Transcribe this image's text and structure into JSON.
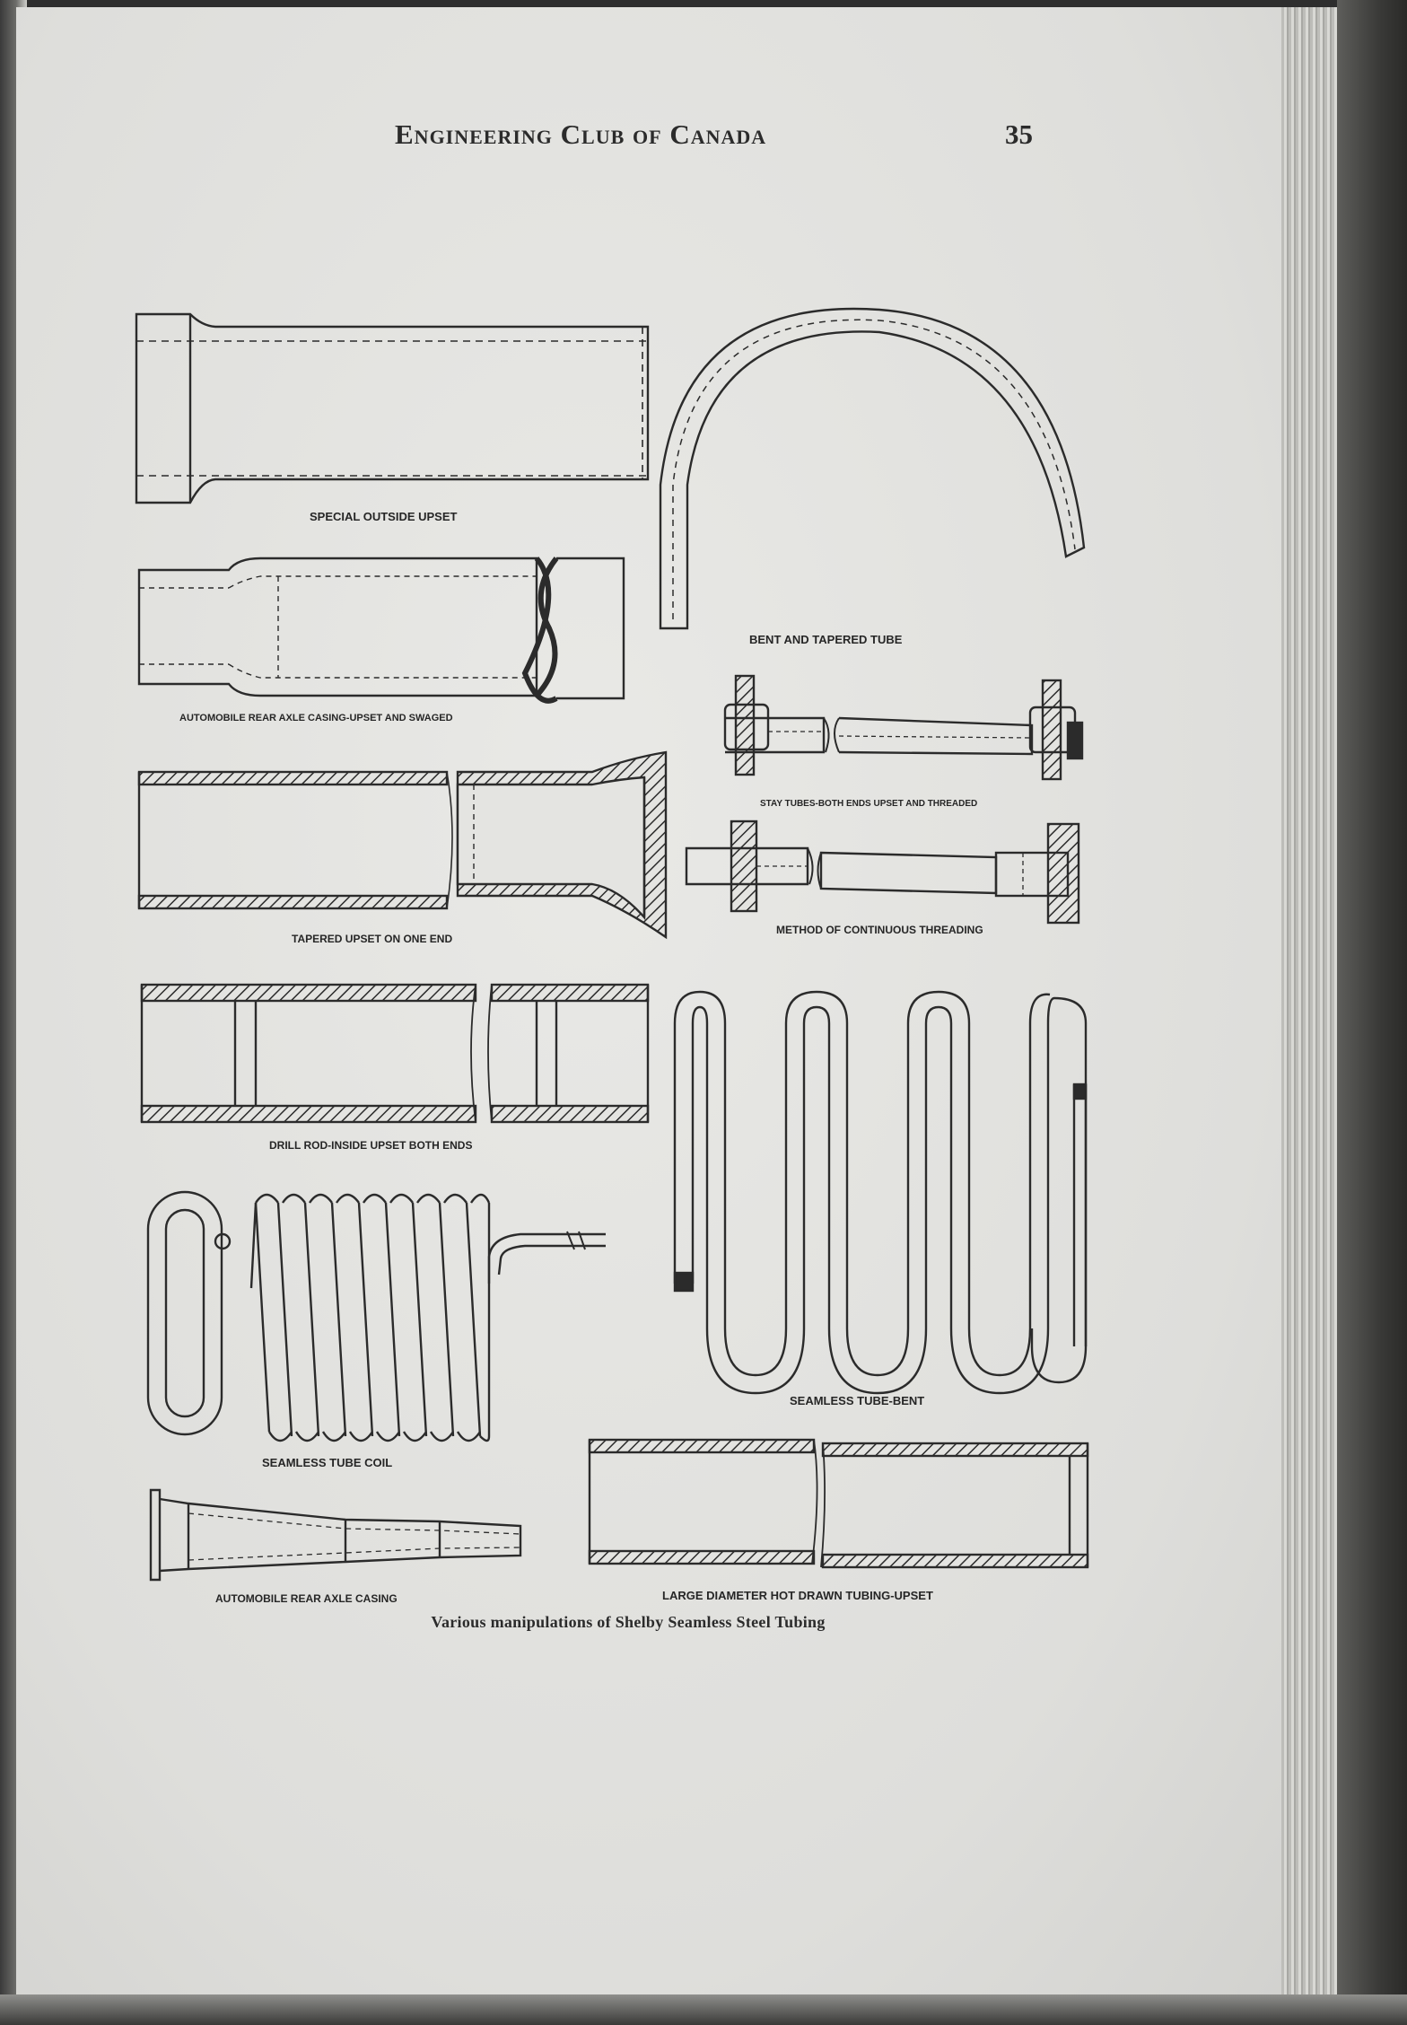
{
  "header": {
    "title": "Engineering Club of Canada",
    "page_number": "35"
  },
  "figures": [
    {
      "id": "special-outside-upset",
      "label": "SPECIAL OUTSIDE UPSET"
    },
    {
      "id": "bent-tapered-tube",
      "label": "BENT AND TAPERED TUBE"
    },
    {
      "id": "rear-axle-upset-swaged",
      "label": "AUTOMOBILE REAR AXLE CASING-UPSET AND SWAGED"
    },
    {
      "id": "stay-tubes",
      "label": "STAY TUBES-BOTH ENDS UPSET AND THREADED"
    },
    {
      "id": "tapered-upset",
      "label": "TAPERED UPSET ON ONE END"
    },
    {
      "id": "continuous-threading",
      "label": "METHOD OF CONTINUOUS THREADING"
    },
    {
      "id": "drill-rod",
      "label": "DRILL ROD-INSIDE UPSET BOTH ENDS"
    },
    {
      "id": "seamless-tube-bent",
      "label": "SEAMLESS TUBE-BENT"
    },
    {
      "id": "seamless-tube-coil",
      "label": "SEAMLESS TUBE COIL"
    },
    {
      "id": "rear-axle-casing",
      "label": "AUTOMOBILE REAR AXLE CASING"
    },
    {
      "id": "large-diameter-tubing",
      "label": "LARGE DIAMETER HOT DRAWN TUBING-UPSET"
    }
  ],
  "caption": "Various manipulations of Shelby Seamless Steel Tubing",
  "colors": {
    "paper": "#e4e4e1",
    "ink": "#2b2b2b"
  }
}
